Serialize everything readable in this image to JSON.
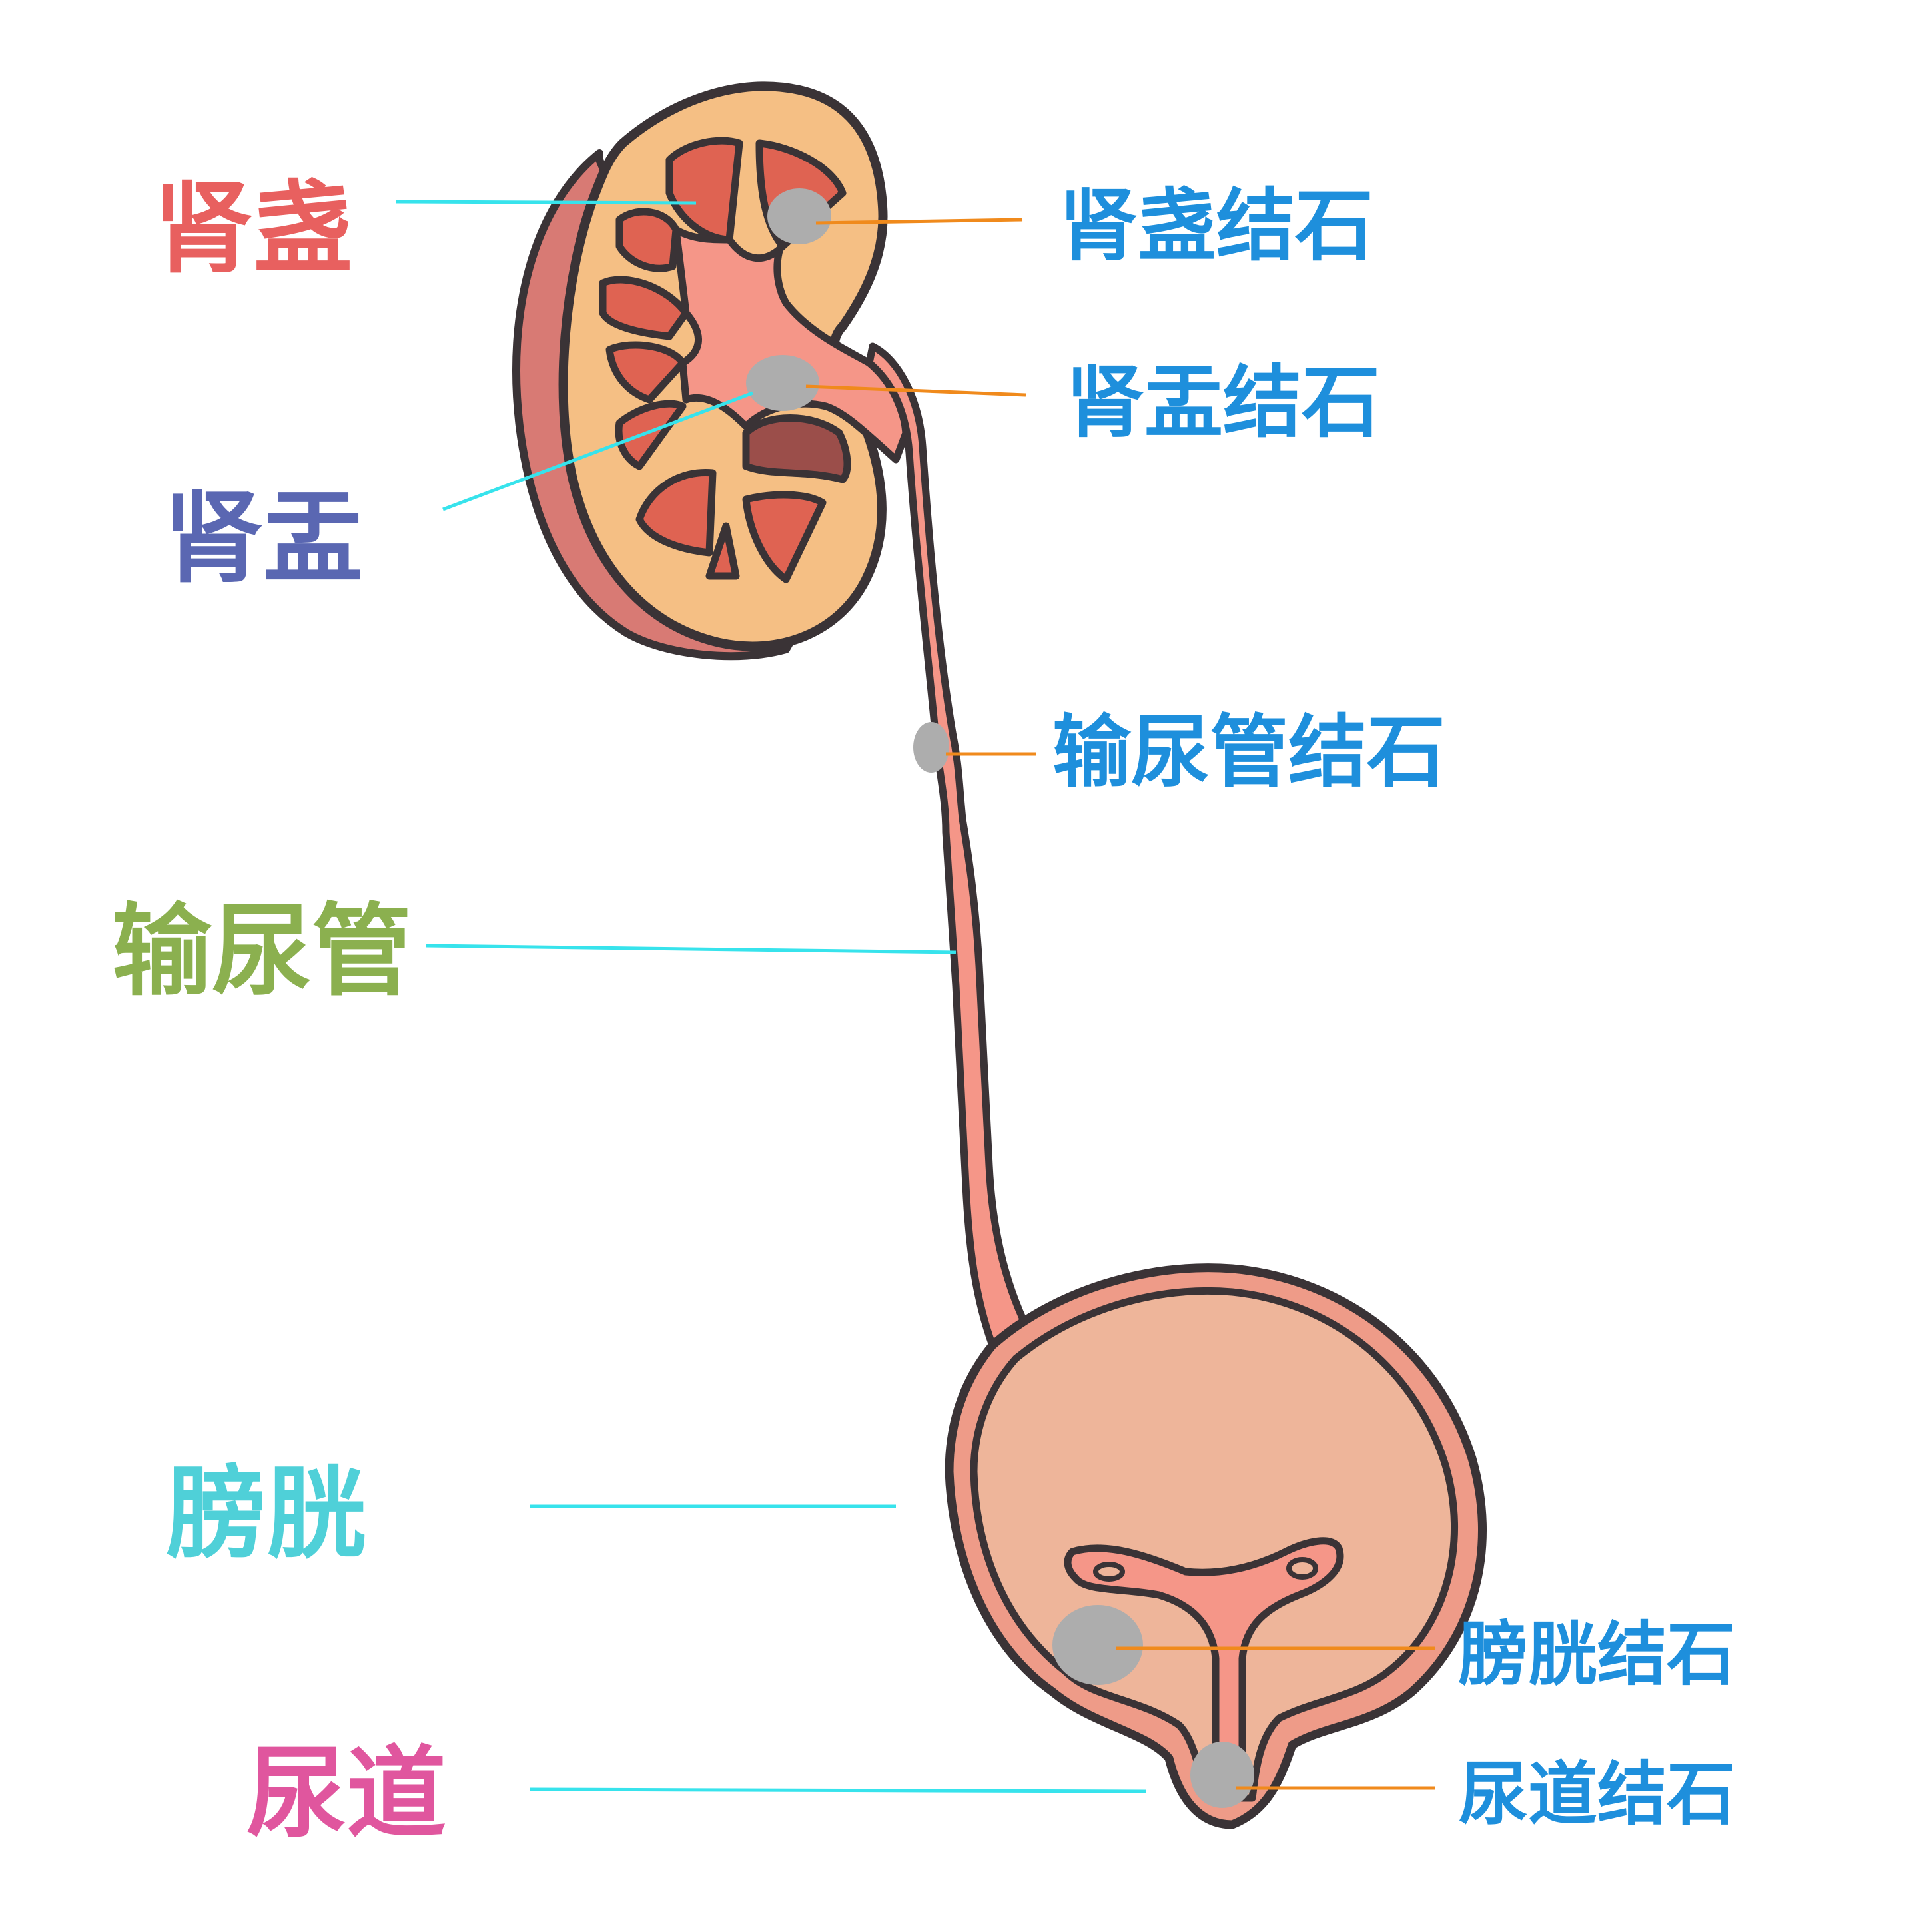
{
  "labels": {
    "renal_calyx": "肾盏",
    "renal_pelvis": "肾盂",
    "ureter": "输尿管",
    "bladder": "膀胱",
    "urethra": "尿道",
    "calyx_stone": "肾盏结石",
    "pelvis_stone": "肾盂结石",
    "ureter_stone": "输尿管结石",
    "bladder_stone": "膀胱结石",
    "urethra_stone": "尿道结石"
  },
  "colors": {
    "renal_calyx": "#e8605f",
    "renal_pelvis": "#5a67b2",
    "ureter": "#8bb04f",
    "bladder": "#4fd0d8",
    "urethra": "#e0569e",
    "stone_labels": "#1e8fdc",
    "leader_structure": "#37e3ec",
    "leader_stone": "#f08a1c",
    "outline": "#3a3336",
    "stone": "#adadad"
  }
}
